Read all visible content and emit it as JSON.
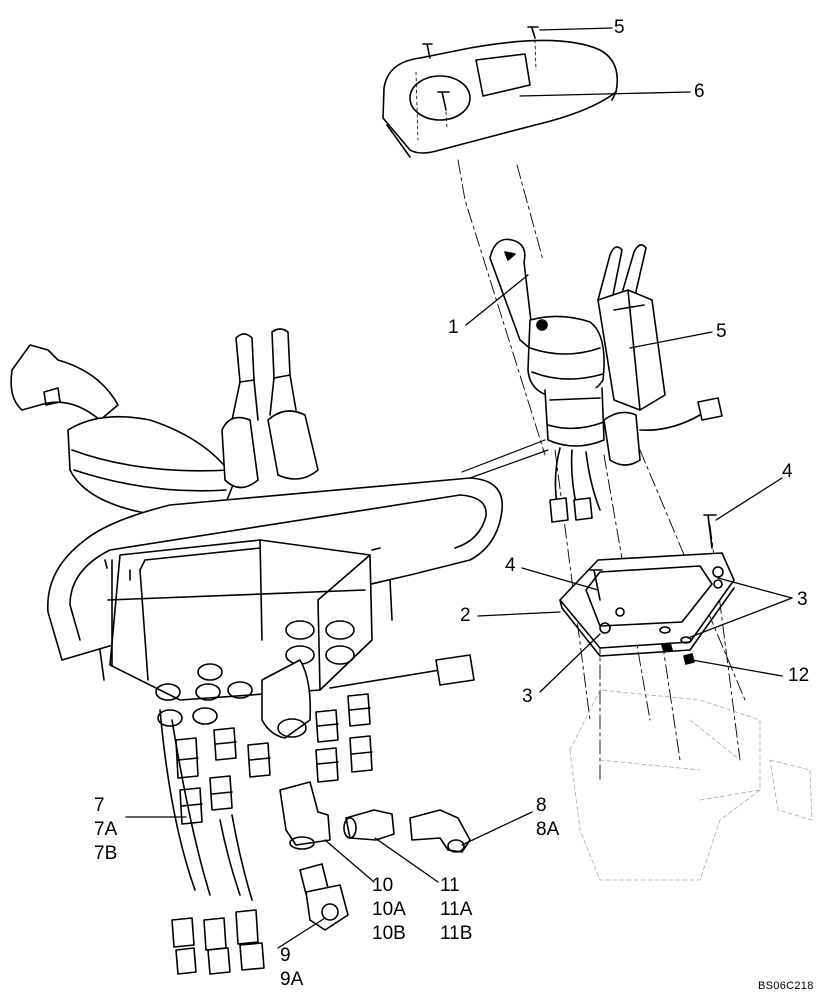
{
  "callouts": {
    "c1": "1",
    "c2": "2",
    "c3a": "3",
    "c3b": "3",
    "c4a": "4",
    "c4b": "4",
    "c5a": "5",
    "c5b": "5",
    "c6": "6",
    "c7": [
      "7",
      "7A",
      "7B"
    ],
    "c8": [
      "8",
      "8A"
    ],
    "c9": [
      "9",
      "9A"
    ],
    "c10": [
      "10",
      "10A",
      "10B"
    ],
    "c11": [
      "11",
      "11A",
      "11B"
    ],
    "c12": "12"
  },
  "reference_code": "BS06C218"
}
